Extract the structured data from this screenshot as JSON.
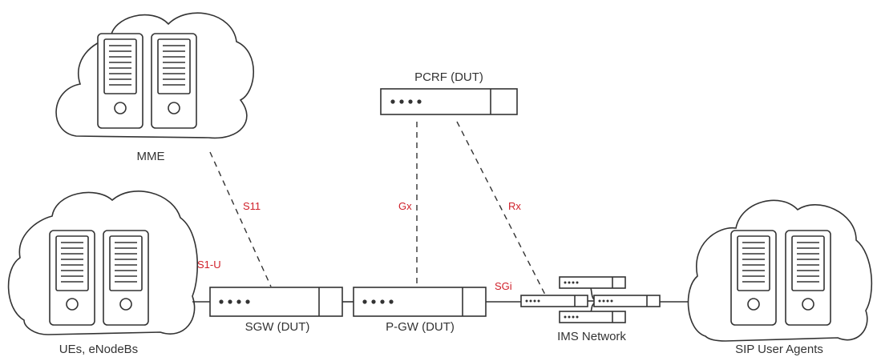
{
  "nodes": {
    "mme": {
      "label": "MME"
    },
    "ues": {
      "label": "UEs, eNodeBs"
    },
    "sip": {
      "label": "SIP User Agents"
    },
    "pcrf": {
      "label": "PCRF (DUT)"
    },
    "sgw": {
      "label": "SGW (DUT)"
    },
    "pgw": {
      "label": "P-GW (DUT)"
    },
    "ims": {
      "label": "IMS Network"
    }
  },
  "interfaces": {
    "s11": "S11",
    "s1u": "S1-U",
    "gx": "Gx",
    "rx": "Rx",
    "sgi": "SGi"
  },
  "colors": {
    "line": "#333333",
    "interface_label": "#d0202a",
    "cloud_fill": "#ffffff"
  },
  "icons": {
    "server": "server-tower-icon",
    "appliance": "rack-appliance-icon",
    "cloud": "cloud-icon"
  }
}
